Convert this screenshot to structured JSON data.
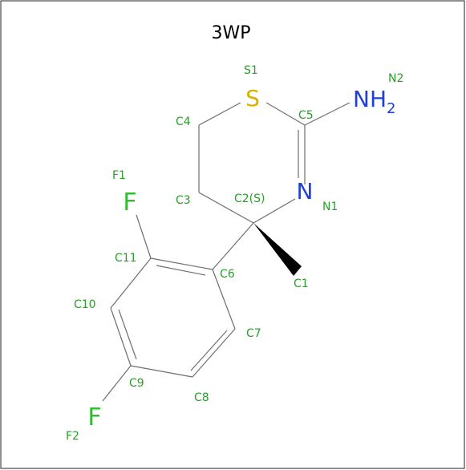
{
  "title": "3WP",
  "colors": {
    "bond": "#6e6e6e",
    "label": "#2a9d2a",
    "sulfur": "#d4b400",
    "nitrogen": "#1f3fd6",
    "fluorine": "#33bb33",
    "title": "#000000",
    "frame": "#222222"
  },
  "atoms": {
    "S1": {
      "symbol": "S",
      "label": "S1"
    },
    "N1": {
      "symbol": "N",
      "label": "N1"
    },
    "N2": {
      "symbol": "NH",
      "sub": "2",
      "label": "N2"
    },
    "F1": {
      "symbol": "F",
      "label": "F1"
    },
    "F2": {
      "symbol": "F",
      "label": "F2"
    }
  },
  "labels": {
    "C1": "C1",
    "C2": "C2(S)",
    "C3": "C3",
    "C4": "C4",
    "C5": "C5",
    "C6": "C6",
    "C7": "C7",
    "C8": "C8",
    "C9": "C9",
    "C10": "C10",
    "C11": "C11"
  }
}
